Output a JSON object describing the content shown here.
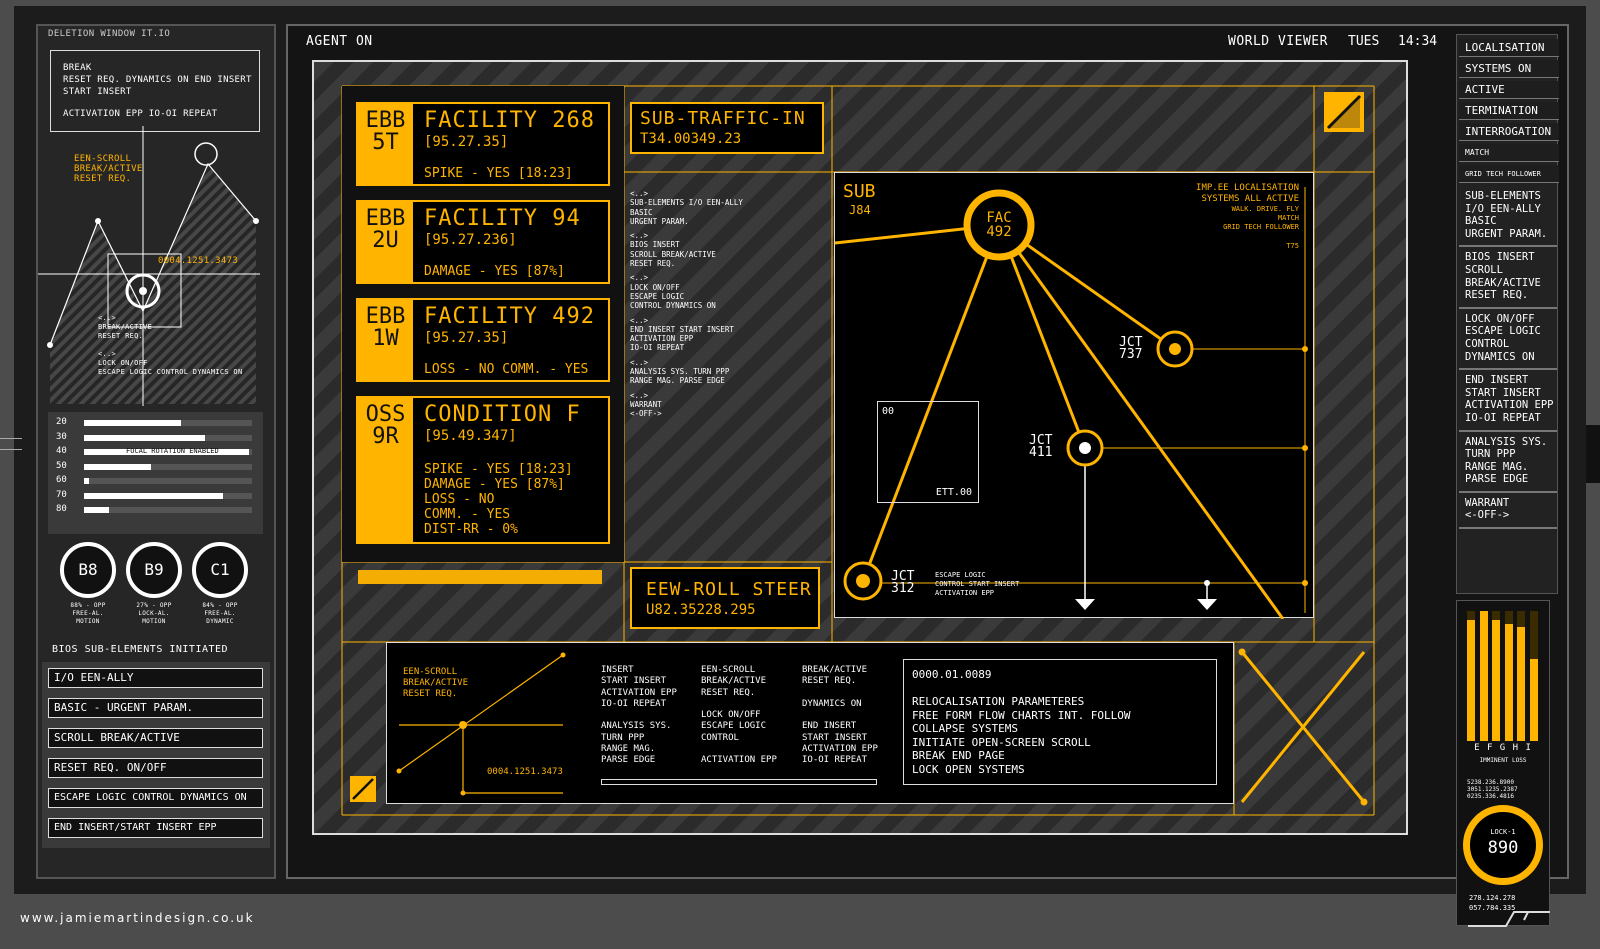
{
  "left": {
    "window_title": "DELETION WINDOW IT.IO",
    "notes": [
      "BREAK",
      "RESET REQ. DYNAMICS ON END INSERT",
      "START INSERT",
      "ACTIVATION EPP IO-OI REPEAT"
    ],
    "een_scroll": [
      "EEN-SCROLL",
      "BREAK/ACTIVE",
      "RESET REQ."
    ],
    "coord": "0004.1251.3473",
    "sub_notes": [
      "<..>",
      "BREAK/ACTIVE",
      "RESET REQ.",
      "<..>",
      "LOCK ON/OFF",
      "ESCAPE LOGIC CONTROL DYNAMICS ON"
    ],
    "bar_labels": [
      "20",
      "30",
      "40",
      "50",
      "60",
      "70",
      "80"
    ],
    "bar_values": [
      0.58,
      0.72,
      0.98,
      0.4,
      0.03,
      0.83,
      0.15
    ],
    "bar_note": "FOCAL ROTATION ENABLED",
    "rings": [
      {
        "label": "B8",
        "lines": [
          "88% - OPP",
          "FREE-AL.",
          "MOTION"
        ]
      },
      {
        "label": "B9",
        "lines": [
          "27% - OPP",
          "LOCK-AL.",
          "MOTION"
        ]
      },
      {
        "label": "C1",
        "lines": [
          "84% - OPP",
          "FREE-AL.",
          "DYNAMIC"
        ]
      }
    ],
    "bios_title": "BIOS SUB-ELEMENTS INITIATED",
    "buttons": [
      "I/O EEN-ALLY",
      "BASIC - URGENT PARAM.",
      "SCROLL BREAK/ACTIVE",
      "RESET REQ. ON/OFF",
      "ESCAPE LOGIC CONTROL DYNAMICS ON",
      "END INSERT/START INSERT EPP"
    ]
  },
  "header": {
    "agent": "AGENT ON",
    "viewer": "WORLD VIEWER",
    "day": "TUES",
    "time": "14:34"
  },
  "facilities": [
    {
      "code1": "EBB",
      "code2": "5T",
      "title": "FACILITY 268",
      "coord": "[95.27.35]",
      "status": [
        "SPIKE - YES  [18:23]"
      ]
    },
    {
      "code1": "EBB",
      "code2": "2U",
      "title": "FACILITY 94",
      "coord": "[95.27.236]",
      "status": [
        "DAMAGE - YES [87%]"
      ]
    },
    {
      "code1": "EBB",
      "code2": "1W",
      "title": "FACILITY 492",
      "coord": "[95.27.35]",
      "status": [
        "LOSS - NO COMM. - YES"
      ]
    },
    {
      "code1": "OSS",
      "code2": "9R",
      "title": "CONDITION F",
      "coord": "[95.49.347]",
      "status": [
        "SPIKE - YES  [18:23]",
        "DAMAGE - YES [87%]",
        "LOSS - NO",
        "COMM. - YES",
        "DIST-RR - 0%"
      ]
    }
  ],
  "subtraffic": {
    "title": "SUB-TRAFFIC-IN",
    "value": "T34.00349.23"
  },
  "mid_list": [
    "<..>",
    "SUB-ELEMENTS I/O EEN-ALLY",
    "BASIC",
    "URGENT PARAM.",
    "<..>",
    "BIOS INSERT",
    "SCROLL BREAK/ACTIVE",
    "RESET REQ.",
    "<..>",
    "LOCK ON/OFF",
    "ESCAPE LOGIC",
    "CONTROL DYNAMICS ON",
    "<..>",
    "END INSERT START INSERT",
    "ACTIVATION EPP",
    "IO-OI REPEAT",
    "<..>",
    "ANALYSIS SYS. TURN PPP",
    "RANGE MAG. PARSE EDGE",
    "<..>",
    "WARRANT",
    "<-OFF->"
  ],
  "eew": {
    "title": "EEW-ROLL STEER",
    "value": "U82.35228.295"
  },
  "map": {
    "sub": "SUB",
    "sub_code": "J84",
    "fac": "FAC",
    "fac_code": "492",
    "imp": [
      "IMP.EE LOCALISATION",
      "SYSTEMS ALL ACTIVE"
    ],
    "imp_small": [
      "WALK. DRIVE. FLY",
      "MATCH",
      "GRID TECH FOLLOWER",
      "T75"
    ],
    "jct737": [
      "JCT",
      "737"
    ],
    "jct411": [
      "JCT",
      "411"
    ],
    "jct312": [
      "JCT",
      "312"
    ],
    "escape": [
      "ESCAPE LOGIC",
      "CONTROL  START INSERT",
      "ACTIVATION EPP"
    ],
    "box_code": "00",
    "box_label": "ETT.00"
  },
  "bottom": {
    "een": [
      "EEN-SCROLL",
      "BREAK/ACTIVE",
      "RESET REQ."
    ],
    "coord": "0004.1251.3473",
    "col1": [
      "INSERT",
      "START INSERT",
      "ACTIVATION EPP",
      "IO-OI REPEAT",
      "",
      "ANALYSIS SYS.",
      "TURN PPP",
      "RANGE MAG.",
      "PARSE EDGE"
    ],
    "col2": [
      "EEN-SCROLL",
      "BREAK/ACTIVE",
      "RESET REQ.",
      "",
      "LOCK ON/OFF",
      "ESCAPE LOGIC",
      "CONTROL",
      "",
      "ACTIVATION EPP"
    ],
    "col3": [
      "BREAK/ACTIVE",
      "RESET REQ.",
      "",
      "DYNAMICS ON",
      "",
      "END INSERT",
      "START INSERT",
      "ACTIVATION EPP",
      "IO-OI REPEAT"
    ],
    "reloc_code": "0000.01.0089",
    "reloc": [
      "RELOCALISATION PARAMETERES",
      "FREE FORM FLOW CHARTS INT. FOLLOW",
      "COLLAPSE SYSTEMS",
      "INITIATE OPEN-SCREEN SCROLL",
      "BREAK END PAGE",
      "LOCK OPEN SYSTEMS"
    ]
  },
  "right": {
    "tabs": [
      "LOCALISATION",
      "SYSTEMS ON",
      "ACTIVE",
      "TERMINATION",
      "INTERROGATION",
      "MATCH",
      "GRID TECH FOLLOWER"
    ],
    "blocks": [
      [
        "SUB-ELEMENTS",
        "I/O EEN-ALLY",
        "BASIC",
        "URGENT PARAM."
      ],
      [
        "BIOS INSERT",
        "SCROLL",
        "BREAK/ACTIVE",
        "RESET REQ."
      ],
      [
        "LOCK ON/OFF",
        "ESCAPE LOGIC",
        "CONTROL",
        "DYNAMICS ON"
      ],
      [
        "END INSERT",
        "START INSERT",
        "ACTIVATION EPP",
        "IO-OI REPEAT"
      ],
      [
        "ANALYSIS SYS.",
        "TURN PPP",
        "RANGE MAG.",
        "PARSE EDGE"
      ],
      [
        "WARRANT",
        "<-OFF->"
      ]
    ],
    "bar_letters": "E F G H I",
    "bar_values": [
      0.93,
      1.0,
      0.93,
      0.9,
      0.88,
      0.63
    ],
    "imminent": "IMMINENT LOSS",
    "nums": [
      "5238.236.8900",
      "3051.1235.2387",
      "0235.336.4816"
    ],
    "lock_label": "LOCK-1",
    "lock_value": "890",
    "coords": [
      "278.124.278",
      "057.784.335"
    ]
  },
  "footer": {
    "url": "www.jamiemartindesign.co.uk"
  }
}
